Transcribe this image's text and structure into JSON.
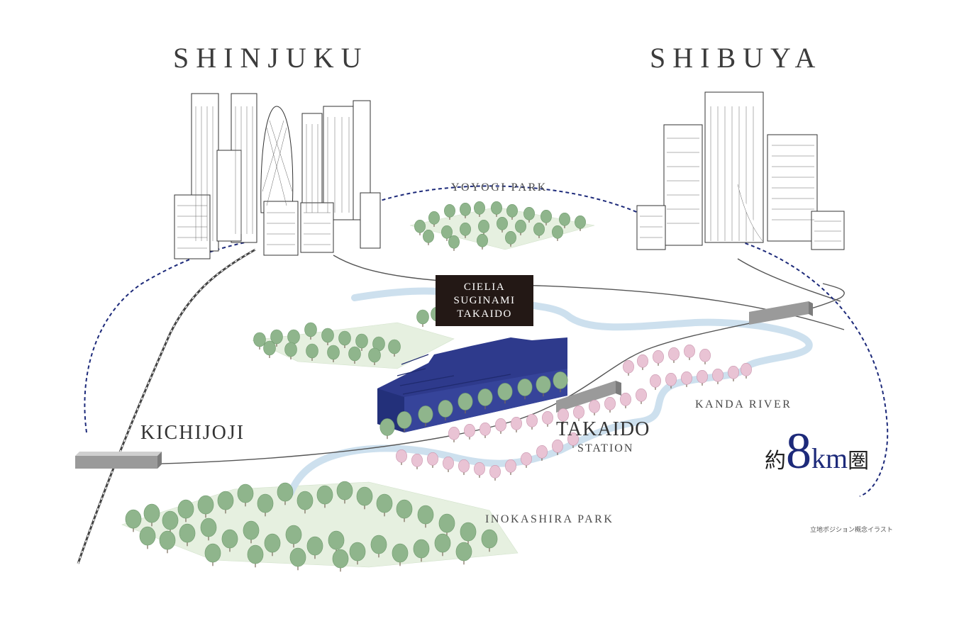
{
  "cities": {
    "shinjuku": "SHINJUKU",
    "shibuya": "SHIBUYA"
  },
  "places": {
    "yoyogi_park": "YOYOGI PARK",
    "kanda_river": "KANDA RIVER",
    "inokashira_park": "INOKASHIRA PARK",
    "kichijoji": "KICHIJOJI"
  },
  "station": {
    "name": "TAKAIDO",
    "sub": "STATION"
  },
  "property": {
    "line1": "CIELIA",
    "line2": "SUGINAMI",
    "line3": "TAKAIDO"
  },
  "distance": {
    "prefix": "約",
    "number": "8",
    "unit": "km",
    "suffix": "圏"
  },
  "note": "立地ポジション概念イラスト",
  "colors": {
    "building_blue": "#2e3a8c",
    "route_dash": "#1d2a7a",
    "river": "#c9dcec",
    "park_ground": "#e3eedd",
    "tree_green": "#8fb58c",
    "sakura": "#e9c3d4",
    "station_block": "#9a9a9a",
    "badge_bg": "#231815"
  }
}
